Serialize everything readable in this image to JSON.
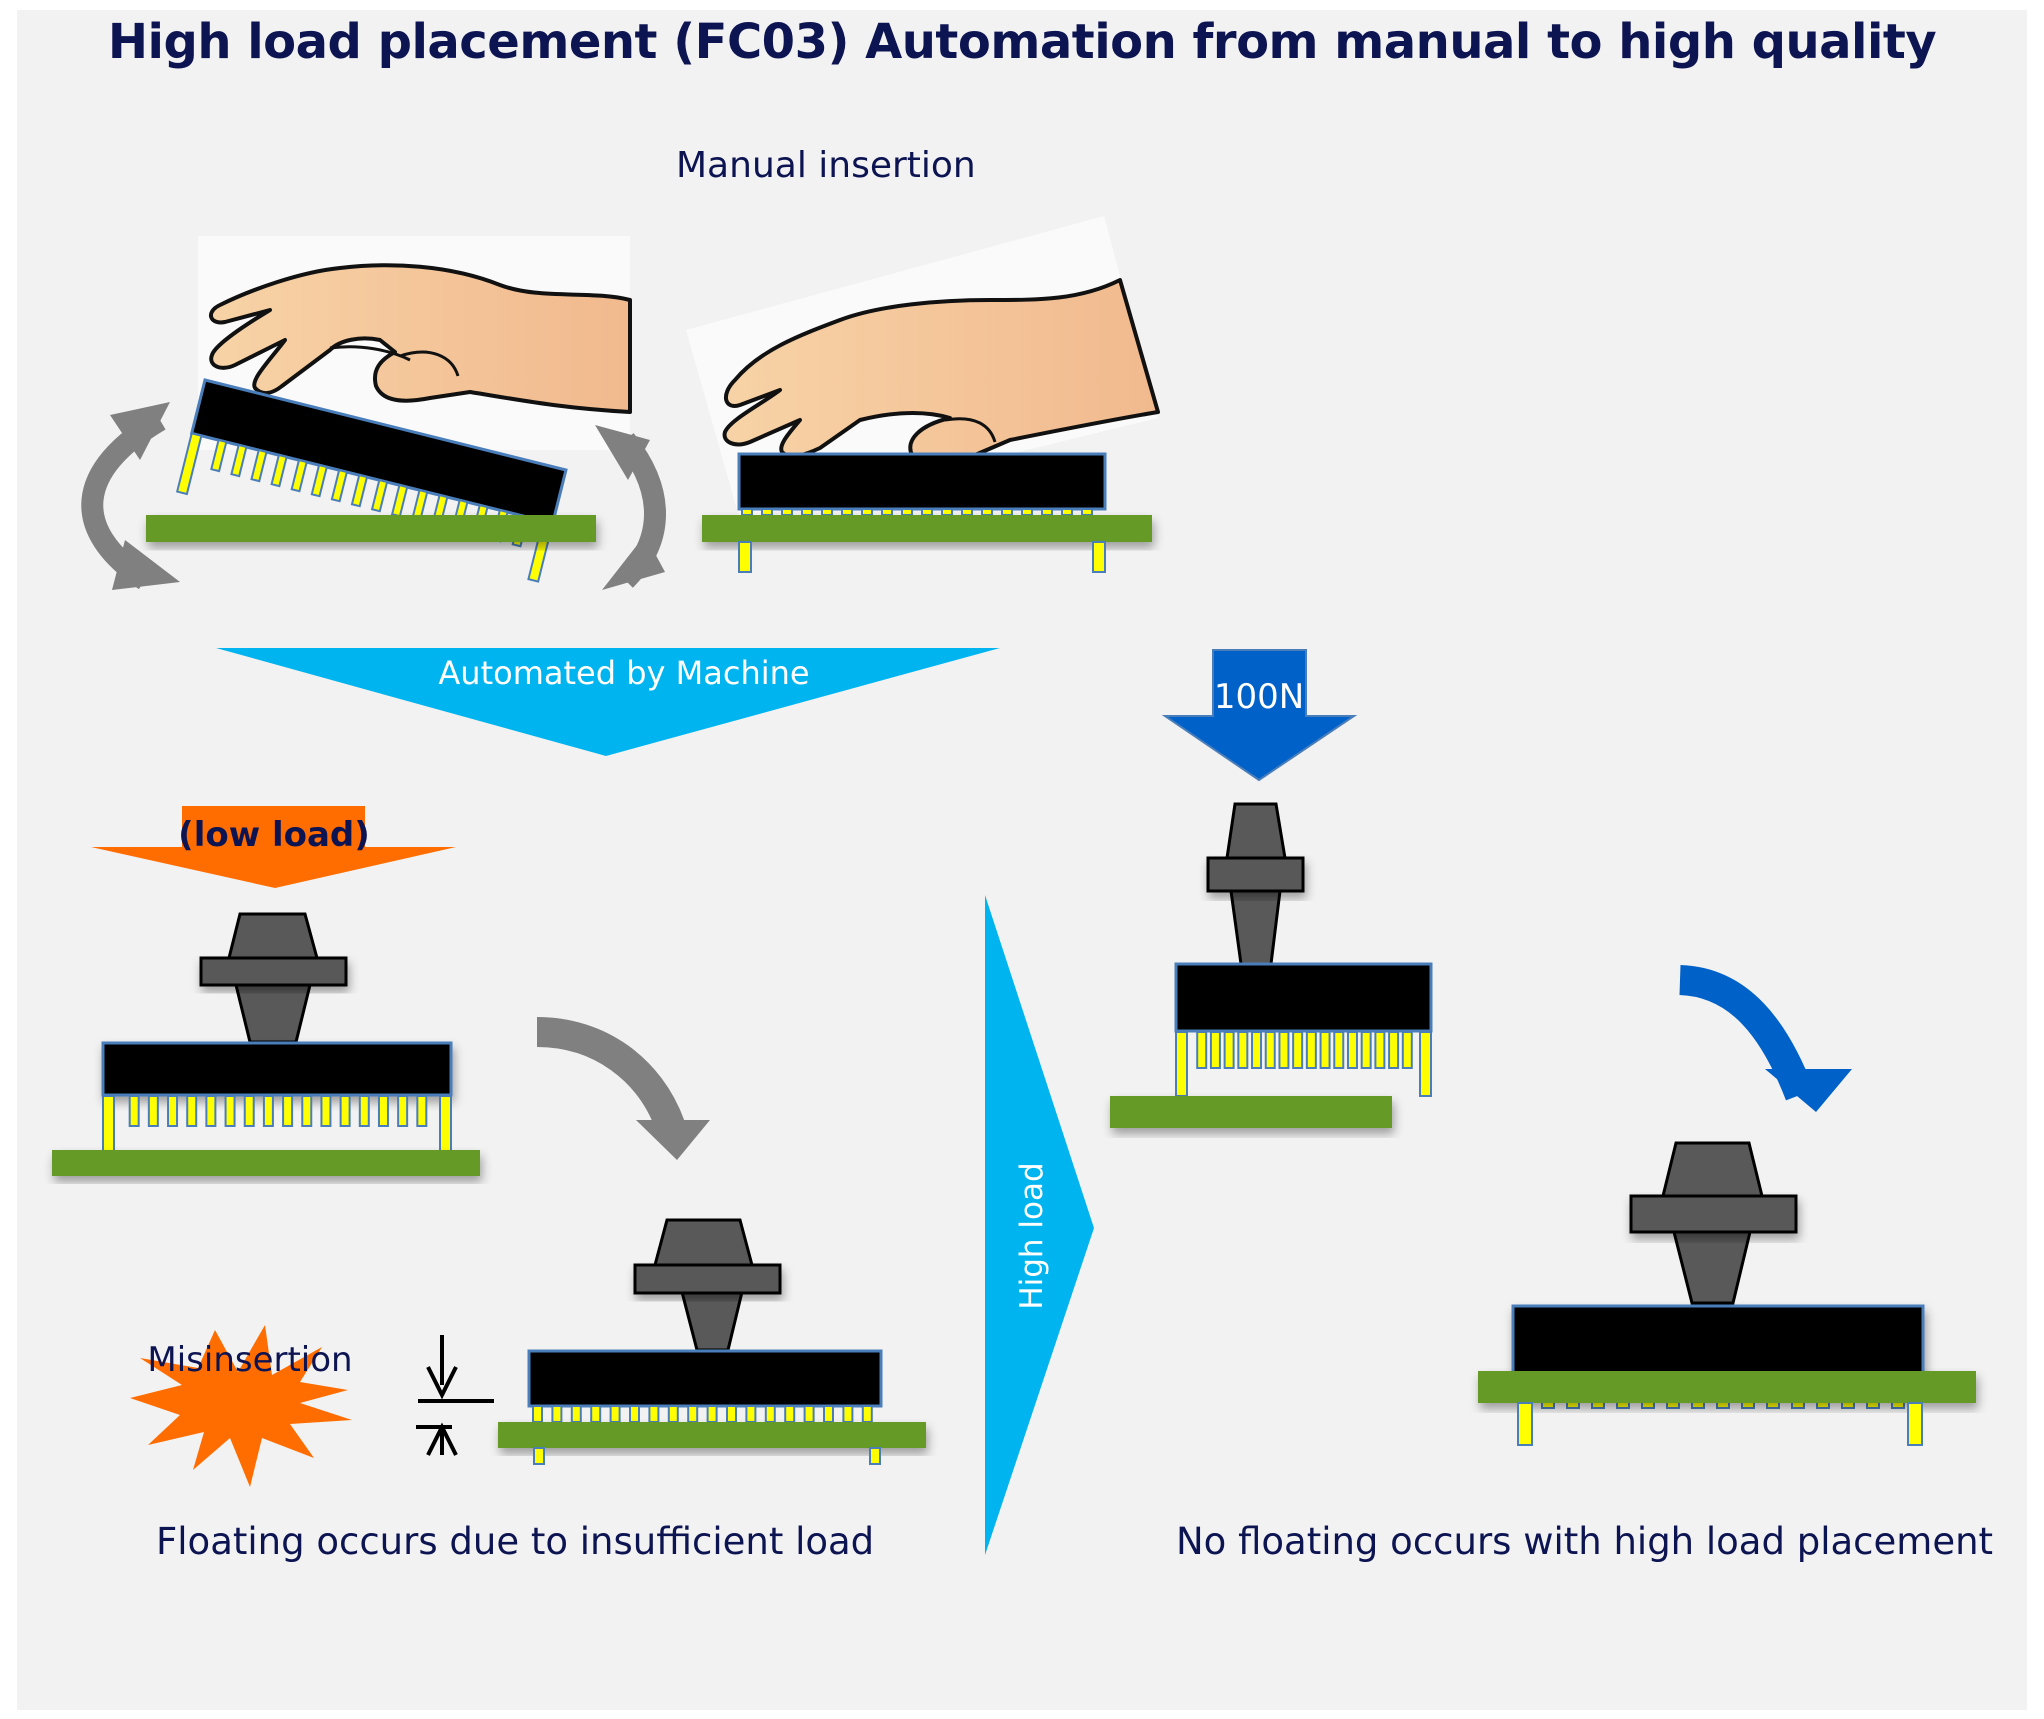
{
  "title": "High load placement (FC03) Automation from manual to high quality",
  "sections": {
    "manual": {
      "label": "Manual insertion"
    },
    "automation_arrow": {
      "label": "Automated by Machine"
    },
    "low_load": {
      "arrow_label": "(low load)",
      "burst_label": "Misinsertion",
      "caption": "Floating occurs due to insufficient load"
    },
    "high_load_arrow": {
      "label": "High load"
    },
    "high_load": {
      "arrow_label": "100N",
      "caption": "No floating occurs with high load placement"
    }
  },
  "colors": {
    "background": "#f2f2f2",
    "title_text": "#0d1452",
    "pcb_green": "#669a27",
    "pin_yellow": "#ffff00",
    "pin_outline": "#4a7ebb",
    "chip_black": "#000000",
    "nozzle_gray": "#595959",
    "cyan_arrow": "#00b5ef",
    "blue_arrow": "#0061c9",
    "orange": "#ff6d00",
    "gray_arrow": "#7f7f7f"
  }
}
